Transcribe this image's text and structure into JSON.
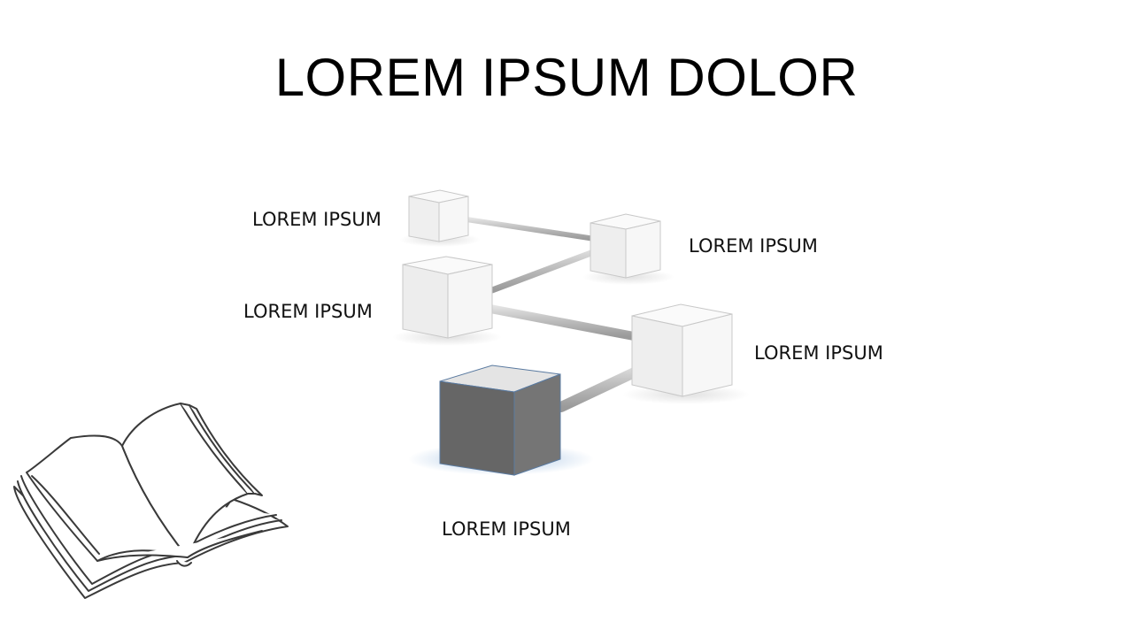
{
  "slide": {
    "title": "LOREM IPSUM DOLOR"
  },
  "nodes": [
    {
      "id": "cube-1",
      "label": "LOREM IPSUM"
    },
    {
      "id": "cube-2",
      "label": "LOREM IPSUM"
    },
    {
      "id": "cube-3",
      "label": "LOREM IPSUM"
    },
    {
      "id": "cube-4",
      "label": "LOREM IPSUM"
    },
    {
      "id": "cube-5",
      "label": "LOREM IPSUM",
      "highlighted": true
    }
  ],
  "colors": {
    "cube_light": "#f2f2f2",
    "cube_dark": "#666666",
    "cube_dark_top": "#e4e4e4",
    "connector": "#bdbdbd",
    "highlight_glow": "#8fb4dc",
    "book_stroke": "#3a3a3a"
  },
  "icons": {
    "book": "open-book-icon"
  }
}
